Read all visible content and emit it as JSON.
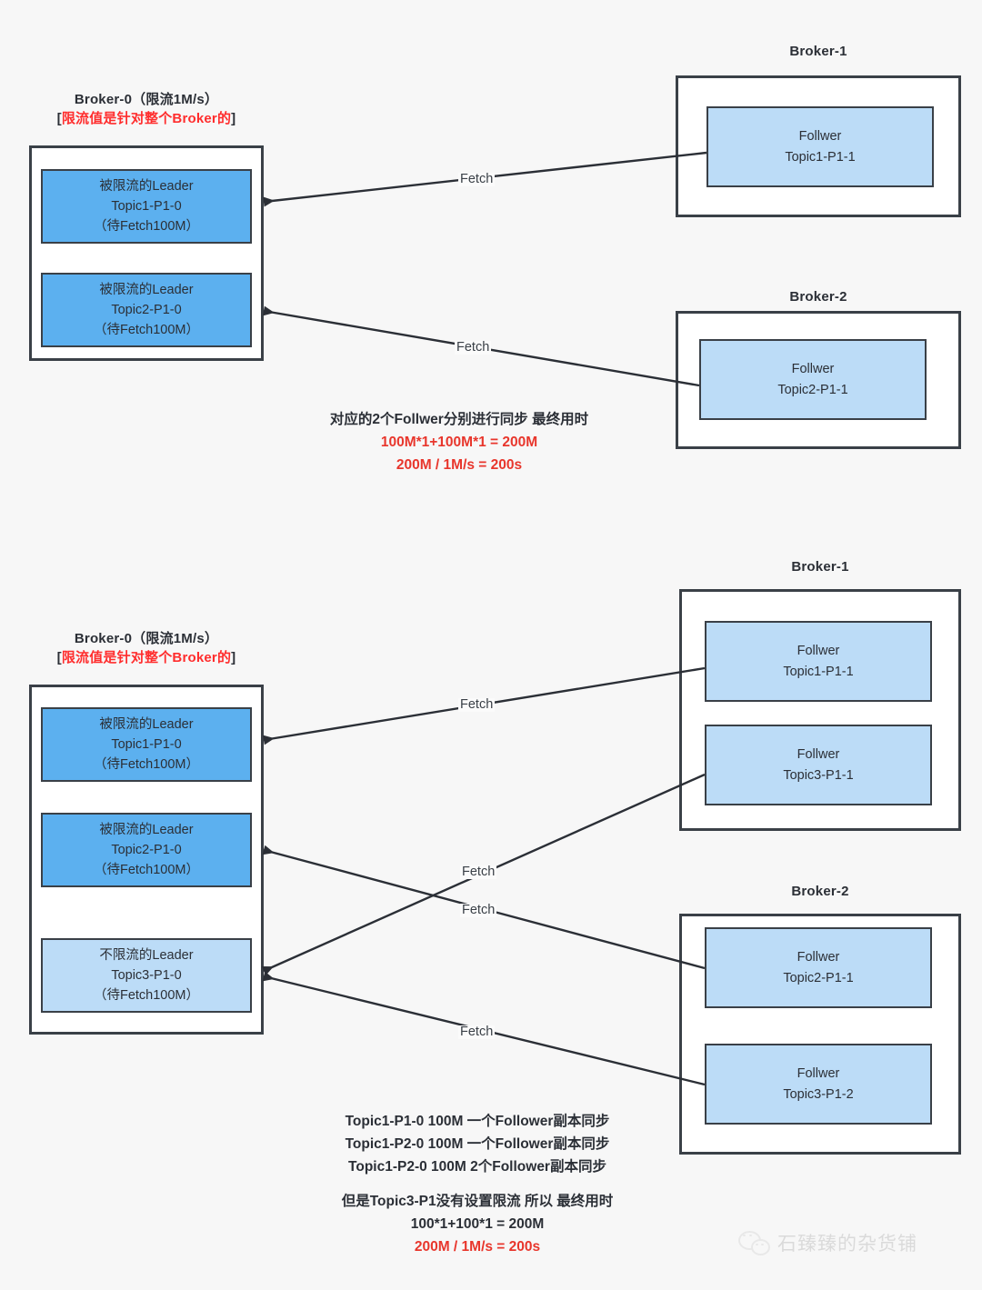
{
  "diagram": {
    "title": "Kafka replication throttling illustration",
    "colors": {
      "throttled_leader_fill": "#5cb0ef",
      "follower_fill": "#bcdcf7",
      "box_border": "#3a4047",
      "highlight_red": "#ff2d2d",
      "formula_red": "#e8362c",
      "page_background": "#f7f7f7"
    }
  },
  "section1": {
    "broker0": {
      "title": "Broker-0（限流1M/s）",
      "subtitle_prefix": "[",
      "subtitle_red": "限流值是针对整个Broker的",
      "subtitle_suffix": "]",
      "partitions": [
        {
          "line1": "被限流的Leader",
          "line2": "Topic1-P1-0",
          "line3": "（待Fetch100M）",
          "style": "dark"
        },
        {
          "line1": "被限流的Leader",
          "line2": "Topic2-P1-0",
          "line3": "（待Fetch100M）",
          "style": "dark"
        }
      ]
    },
    "broker1": {
      "title": "Broker-1",
      "partitions": [
        {
          "line1": "Follwer",
          "line2": "Topic1-P1-1",
          "style": "light"
        }
      ]
    },
    "broker2": {
      "title": "Broker-2",
      "partitions": [
        {
          "line1": "Follwer",
          "line2": "Topic2-P1-1",
          "style": "light"
        }
      ]
    },
    "edges": [
      {
        "label": "Fetch",
        "from": "broker1.Topic1-P1-1",
        "to": "broker0.Topic1-P1-0"
      },
      {
        "label": "Fetch",
        "from": "broker2.Topic2-P1-1",
        "to": "broker0.Topic2-P1-0"
      }
    ],
    "note": {
      "line1": "对应的2个Follwer分别进行同步 最终用时",
      "line2": "100M*1+100M*1 = 200M",
      "line3": "200M / 1M/s =  200s"
    }
  },
  "section2": {
    "broker0": {
      "title": "Broker-0（限流1M/s）",
      "subtitle_prefix": "[",
      "subtitle_red": "限流值是针对整个Broker的",
      "subtitle_suffix": "]",
      "partitions": [
        {
          "line1": "被限流的Leader",
          "line2": "Topic1-P1-0",
          "line3": "（待Fetch100M）",
          "style": "dark"
        },
        {
          "line1": "被限流的Leader",
          "line2": "Topic2-P1-0",
          "line3": "（待Fetch100M）",
          "style": "dark"
        },
        {
          "line1": "不限流的Leader",
          "line2": "Topic3-P1-0",
          "line3": "（待Fetch100M）",
          "style": "light"
        }
      ]
    },
    "broker1": {
      "title": "Broker-1",
      "partitions": [
        {
          "line1": "Follwer",
          "line2": "Topic1-P1-1",
          "style": "light"
        },
        {
          "line1": "Follwer",
          "line2": "Topic3-P1-1",
          "style": "light"
        }
      ]
    },
    "broker2": {
      "title": "Broker-2",
      "partitions": [
        {
          "line1": "Follwer",
          "line2": "Topic2-P1-1",
          "style": "light"
        },
        {
          "line1": "Follwer",
          "line2": "Topic3-P1-2",
          "style": "light"
        }
      ]
    },
    "edges": [
      {
        "label": "Fetch",
        "from": "broker1.Topic1-P1-1",
        "to": "broker0.Topic1-P1-0"
      },
      {
        "label": "Fetch",
        "from": "broker1.Topic3-P1-1",
        "to": "broker0.Topic3-P1-0"
      },
      {
        "label": "Fetch",
        "from": "broker2.Topic2-P1-1",
        "to": "broker0.Topic2-P1-0"
      },
      {
        "label": "Fetch",
        "from": "broker2.Topic3-P1-2",
        "to": "broker0.Topic3-P1-0"
      }
    ],
    "note": {
      "line1": "Topic1-P1-0 100M  一个Follower副本同步",
      "line2": "Topic1-P2-0 100M  一个Follower副本同步",
      "line3": "Topic1-P2-0 100M 2个Follower副本同步",
      "line4": "但是Topic3-P1没有设置限流 所以 最终用时",
      "line5": "100*1+100*1 = 200M",
      "line6": "200M /  1M/s = 200s"
    }
  },
  "watermark": {
    "text": "石臻臻的杂货铺",
    "icon": "wechat-icon"
  }
}
